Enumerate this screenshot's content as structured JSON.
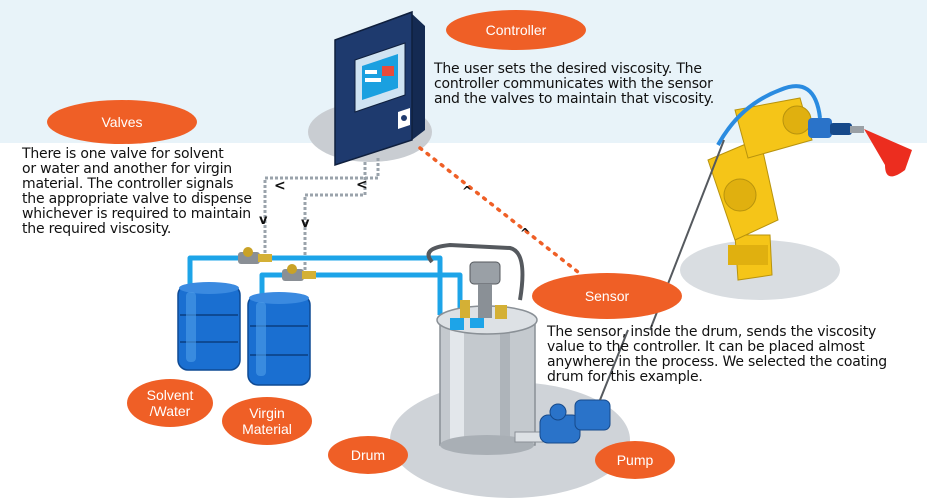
{
  "colors": {
    "accent": "#ef5f26",
    "pipe_water": "#1da4e8",
    "barrel": "#1a6fd1",
    "cabinet": "#1e3a6e",
    "robot": "#f5c518",
    "sky": "#e8f3f9"
  },
  "labels": {
    "controller": "Controller",
    "valves": "Valves",
    "sensor": "Sensor",
    "drum": "Drum",
    "pump": "Pump",
    "solvent": [
      "Solvent",
      "/Water"
    ],
    "virgin": [
      "Virgin",
      "Material"
    ]
  },
  "descriptions": {
    "controller": [
      "The user sets the desired viscosity. The",
      "controller communicates with the sensor",
      "and the valves to maintain that viscosity."
    ],
    "valves": [
      "There is one valve for solvent",
      "or water and another for virgin",
      "material. The controller signals",
      "the appropriate valve to dispense",
      "whichever is required to maintain",
      "the required viscosity."
    ],
    "sensor": [
      "The sensor, inside the drum, sends the viscosity",
      "value to the controller. It can be placed almost",
      "anywhere in the process. We selected the coating",
      "drum for this example."
    ]
  },
  "signal_arrows": {
    "wire_left": "<",
    "wire_right": "<",
    "wire_down_1": "v",
    "wire_down_2": "v",
    "sensor_1": "^",
    "sensor_2": "^"
  }
}
